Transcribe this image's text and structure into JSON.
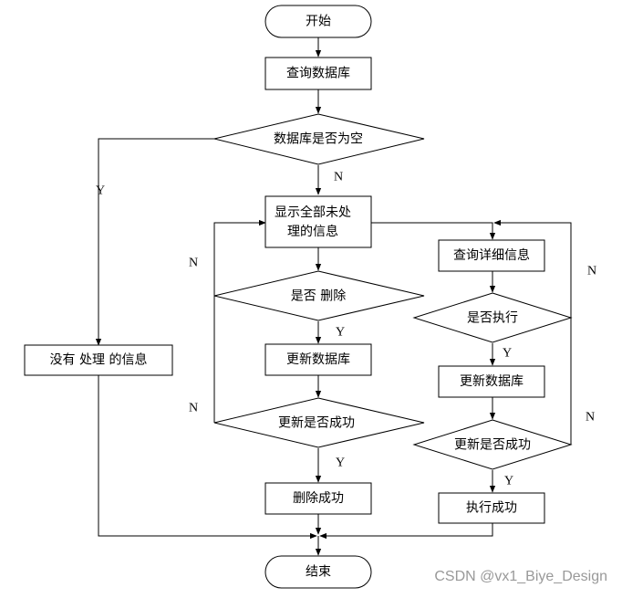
{
  "nodes": {
    "start": "开始",
    "query_db": "查询数据库",
    "db_empty_check": "数据库是否为空",
    "show_pending_1": "显示全部未处",
    "show_pending_2": "理的信息",
    "no_pending": "没有 处理 的信息",
    "delete_check": "是否 删除",
    "update_db_left": "更新数据库",
    "update_ok_left": "更新是否成功",
    "delete_success": "删除成功",
    "query_detail": "查询详细信息",
    "execute_check": "是否执行",
    "update_db_right": "更新数据库",
    "update_ok_right": "更新是否成功",
    "execute_success": "执行成功",
    "end": "结束"
  },
  "edge_labels": {
    "db_empty_yes": "Y",
    "db_empty_no": "N",
    "delete_no": "N",
    "delete_yes": "Y",
    "update_left_no": "N",
    "update_left_yes": "Y",
    "execute_no": "N",
    "execute_yes": "Y",
    "update_right_no": "N",
    "update_right_yes": "Y"
  },
  "watermark": "CSDN @vx1_Biye_Design"
}
